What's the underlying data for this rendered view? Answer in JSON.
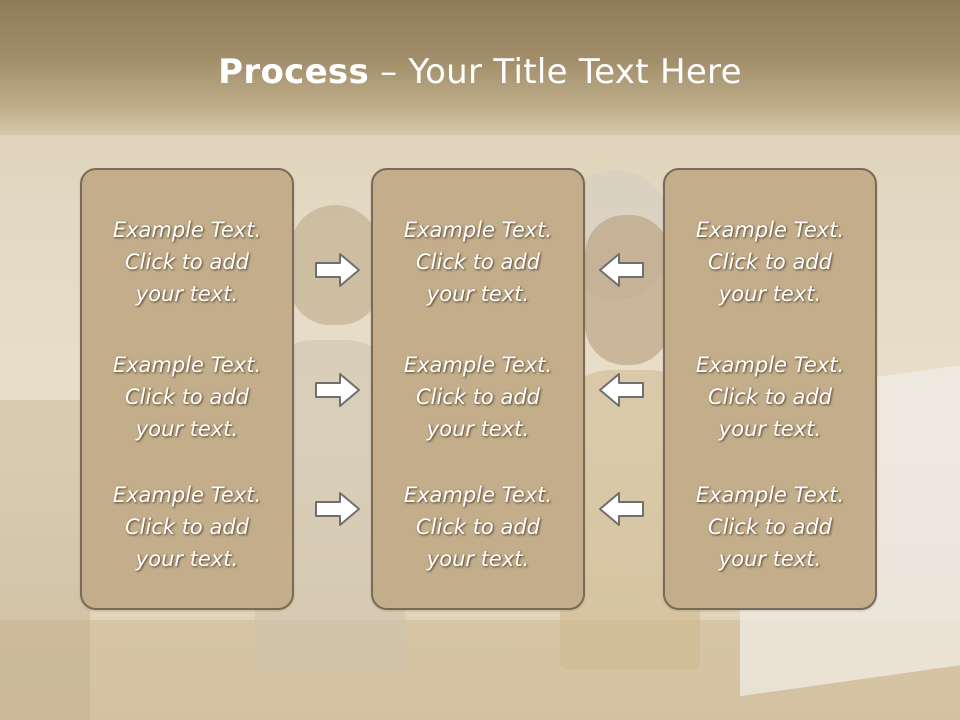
{
  "slide": {
    "title_bold": "Process",
    "title_rest": " – Your Title Text Here",
    "colors": {
      "box_fill": "#c3ad8a",
      "box_border": "#7b6a55",
      "arrow_fill": "#ffffff",
      "arrow_stroke": "#6f6f6f",
      "header": "#a38e6a"
    },
    "columns": [
      {
        "items": [
          {
            "line1": "Example Text.",
            "line2": "Click  to add",
            "line3": "your text."
          },
          {
            "line1": "Example Text.",
            "line2": "Click  to add",
            "line3": "your text."
          },
          {
            "line1": "Example Text.",
            "line2": "Click  to add",
            "line3": "your text."
          }
        ]
      },
      {
        "items": [
          {
            "line1": "Example Text.",
            "line2": "Click  to add",
            "line3": "your text."
          },
          {
            "line1": "Example Text.",
            "line2": "Click  to add",
            "line3": "your text."
          },
          {
            "line1": "Example Text.",
            "line2": "Click  to add",
            "line3": "your text."
          }
        ]
      },
      {
        "items": [
          {
            "line1": "Example Text.",
            "line2": "Click  to add",
            "line3": "your text."
          },
          {
            "line1": "Example Text.",
            "line2": "Click  to add",
            "line3": "your text."
          },
          {
            "line1": "Example Text.",
            "line2": "Click  to add",
            "line3": "your text."
          }
        ]
      }
    ],
    "arrows": [
      {
        "icon": "arrow-right-icon"
      },
      {
        "icon": "arrow-right-icon"
      },
      {
        "icon": "arrow-right-icon"
      },
      {
        "icon": "arrow-left-icon"
      },
      {
        "icon": "arrow-left-icon"
      },
      {
        "icon": "arrow-left-icon"
      }
    ]
  }
}
